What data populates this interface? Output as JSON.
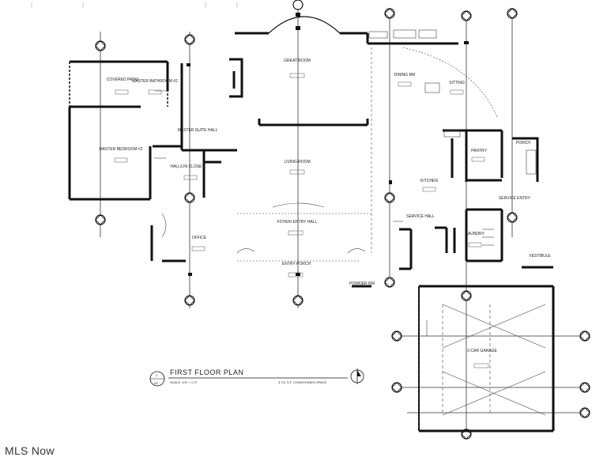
{
  "plan": {
    "title": "FIRST FLOOR PLAN",
    "scale": "SCALE: 1/4\" = 1'-0\"",
    "area_note": "3,711 S.F. CONDITIONED SPACE",
    "rooms": {
      "covered_patio": "COVERED PATIO",
      "master_bathroom": "MASTER BATHROOM #2",
      "master_bedroom": "MASTER BEDROOM #2",
      "hall_closet": "HALL/LIN CLOSET",
      "great_room": "GREAT ROOM",
      "dining_rm": "DINING RM",
      "sitting": "SITTING",
      "living_room": "LIVING ROOM",
      "kitchen": "KITCHEN",
      "pantry": "PANTRY",
      "porch": "PORCH",
      "service_entry": "SERVICE ENTRY",
      "service_hall": "SERVICE HALL",
      "laundry": "LAUNDRY",
      "foyer": "FOYER/ ENTRY HALL",
      "office": "OFFICE",
      "entry_porch": "ENTRY PORCH",
      "powder_rm": "POWDER RM",
      "vestibule": "VESTIBULE",
      "garage": "2-CAR GARAGE",
      "master_suite_hall": "MASTER SUITE HALL"
    }
  },
  "watermark": "MLS Now"
}
